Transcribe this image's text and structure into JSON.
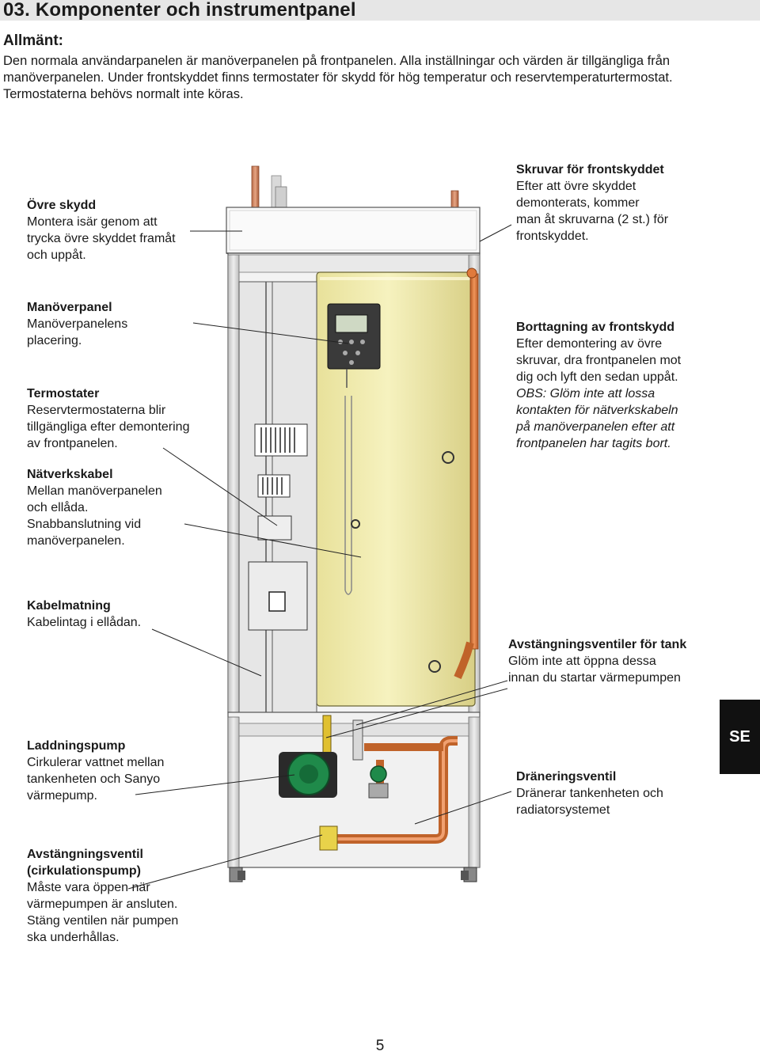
{
  "header": {
    "title": "03. Komponenter och instrumentpanel",
    "subtitle": "Allmänt:",
    "intro": "Den normala användarpanelen är manöverpanelen på frontpanelen. Alla inställningar och värden är tillgängliga från manöverpanelen. Under frontskyddet finns termostater för skydd för hög temperatur och reservtemperaturtermostat. Termostaterna behövs normalt inte köras."
  },
  "callouts": {
    "ovre_skydd": {
      "heading": "Övre skydd",
      "lines": [
        "Montera isär genom att",
        "trycka övre skyddet framåt",
        "och uppåt."
      ]
    },
    "manoverpanel": {
      "heading": "Manöverpanel",
      "lines": [
        "Manöverpanelens",
        "placering."
      ]
    },
    "termostater": {
      "heading": "Termostater",
      "lines": [
        "Reservtermostaterna blir",
        "tillgängliga efter demontering",
        "av frontpanelen."
      ]
    },
    "natverkskabel": {
      "heading": "Nätverkskabel",
      "lines": [
        "Mellan manöverpanelen",
        "och ellåda.",
        "Snabbanslutning vid",
        "manöverpanelen."
      ]
    },
    "kabelmatning": {
      "heading": "Kabelmatning",
      "lines": [
        "Kabelintag i ellådan."
      ]
    },
    "laddningspump": {
      "heading": "Laddningspump",
      "lines": [
        "Cirkulerar vattnet mellan",
        "tankenheten och Sanyo",
        "värmepump."
      ]
    },
    "avstangningsventil": {
      "heading1": "Avstängningsventil",
      "heading2": "(cirkulationspump)",
      "lines": [
        "Måste vara öppen när",
        "värmepumpen är ansluten.",
        "Stäng ventilen när pumpen",
        "ska underhållas."
      ]
    },
    "skruvar": {
      "heading": "Skruvar för frontskyddet",
      "lines": [
        "Efter att övre skyddet",
        "demonterats, kommer",
        "man åt skruvarna (2 st.) för",
        "frontskyddet."
      ]
    },
    "borttagning": {
      "heading": "Borttagning av frontskydd",
      "lines": [
        "Efter demontering av övre",
        "skruvar, dra frontpanelen mot",
        "dig och lyft den sedan uppåt."
      ],
      "italic_lines": [
        "OBS: Glöm inte att lossa",
        "kontakten för nätverkskabeln",
        "på manöverpanelen efter att",
        "frontpanelen har tagits bort."
      ]
    },
    "avstangningsventiler_tank": {
      "heading": "Avstängningsventiler för tank",
      "lines": [
        "Glöm inte att öppna dessa",
        "innan du startar värmepumpen"
      ]
    },
    "dranering": {
      "heading": "Dräneringsventil",
      "lines": [
        "Dränerar tankenheten och",
        "radiatorsystemet"
      ]
    }
  },
  "side_tab": "SE",
  "page_number": "5",
  "colors": {
    "tank": "#f0ebab",
    "pipe": "#e07a3c",
    "pump": "#1f8a4a",
    "frame": "#d9d9d9",
    "tab": "#111111"
  }
}
